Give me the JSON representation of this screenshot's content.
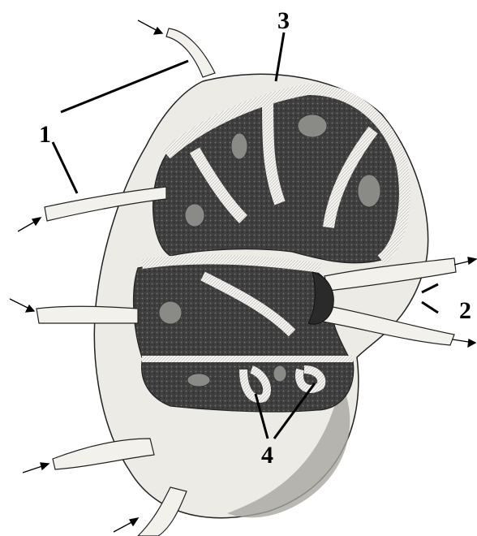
{
  "figure": {
    "callouts": [
      {
        "id": "afferent-vessel",
        "label": "1"
      },
      {
        "id": "efferent-vessel",
        "label": "2"
      },
      {
        "id": "capsule",
        "label": "3"
      },
      {
        "id": "medullary-cords",
        "label": "4"
      }
    ]
  },
  "colors": {
    "ink": "#000000",
    "capsule_fill": "#ecebe6",
    "cortex_fill": "#4a4a4a",
    "sinus_fill": "#f6f5f1",
    "follicle_fill": "#8a8a86",
    "vessel_fill": "#f2f1ec"
  }
}
